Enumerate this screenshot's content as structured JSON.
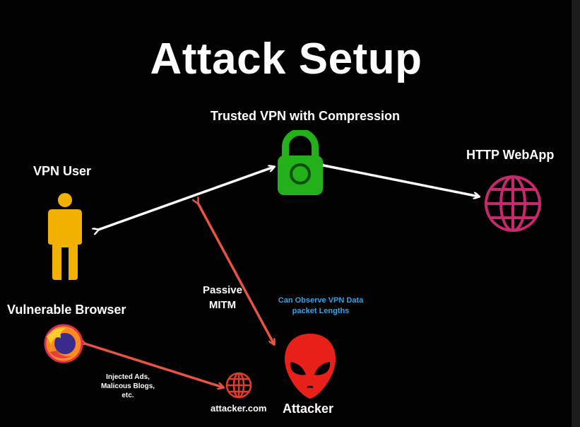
{
  "title": "Attack Setup",
  "nodes": {
    "vpn": {
      "label": "Trusted VPN with Compression",
      "icon": "padlock-icon",
      "color": "#22b11a"
    },
    "webapp": {
      "label": "HTTP WebApp",
      "icon": "globe-icon",
      "color": "#c8286e"
    },
    "user": {
      "label": "VPN User",
      "icon": "person-icon",
      "color": "#f2b100"
    },
    "browser": {
      "label": "Vulnerable Browser",
      "icon": "firefox-icon"
    },
    "attacker_site": {
      "label": "attacker.com",
      "icon": "globe-icon",
      "color": "#e63b2a"
    },
    "attacker": {
      "label": "Attacker",
      "icon": "alien-icon",
      "color": "#e8201a"
    }
  },
  "edge_labels": {
    "mitm": "Passive MITM",
    "observe": "Can Observe VPN Data packet Lengths",
    "injected": "Injected Ads, Malicous Blogs, etc."
  },
  "colors": {
    "background": "#000000",
    "white_arrow": "#ffffff",
    "red_arrow": "#e8553f",
    "observe_text": "#2aa6f0"
  }
}
